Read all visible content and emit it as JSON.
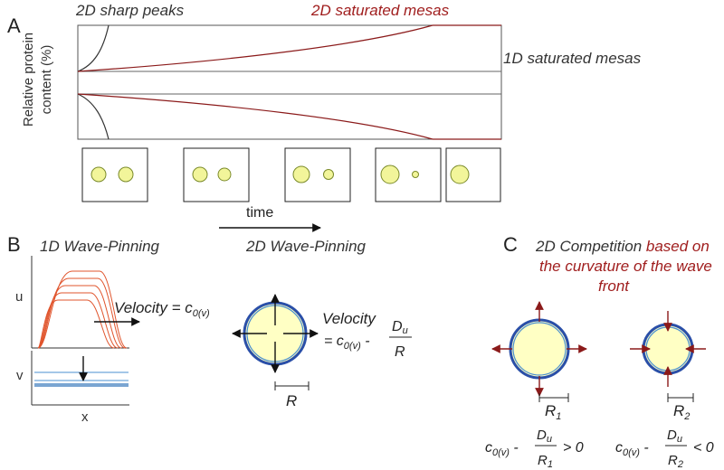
{
  "panels": {
    "a": "A",
    "b": "B",
    "c": "C"
  },
  "panel_a": {
    "label_sharp": "2D sharp peaks",
    "label_saturated_2d": "2D saturated mesas",
    "label_saturated_1d": "1D saturated mesas",
    "ylabel_line1": "Relative protein",
    "ylabel_line2": "content (%)",
    "time_label": "time",
    "snapshots": [
      {
        "left": "large",
        "right": "large"
      },
      {
        "left": "large",
        "right": "large"
      },
      {
        "left": "large",
        "right": "medium"
      },
      {
        "left": "large",
        "right": "small"
      },
      {
        "left": "large",
        "right": "none"
      }
    ]
  },
  "panel_b": {
    "title_1d": "1D Wave-Pinning",
    "title_2d": "2D Wave-Pinning",
    "u_label": "u",
    "v_label": "v",
    "x_label": "x",
    "velocity_1d": {
      "text": "Velocity = ",
      "c": "c",
      "sub": "0(v)"
    },
    "velocity_2d": {
      "text": "Velocity",
      "eq": "= ",
      "c": "c",
      "sub": "0(v)",
      "minus": " - ",
      "num": "D",
      "num_sub": "u",
      "den": "R"
    },
    "radius_label": "R"
  },
  "panel_c": {
    "title_line1_black": "2D Competition ",
    "title_line1_red": "based on",
    "title_line2": "the curvature of the wave",
    "title_line3": "front",
    "r1_label": "R",
    "r1_sub": "1",
    "r2_label": "R",
    "r2_sub": "2",
    "eq1": {
      "c": "c",
      "sub": "0(v)",
      "minus": " - ",
      "num": "D",
      "num_sub": "u",
      "den": "R",
      "den_sub": "1",
      "rel": "> 0"
    },
    "eq2": {
      "c": "c",
      "sub": "0(v)",
      "minus": " - ",
      "num": "D",
      "num_sub": "u",
      "den": "R",
      "den_sub": "2",
      "rel": "< 0"
    }
  },
  "colors": {
    "dark_red": "#8b1a1a",
    "curve_dark": "#333333",
    "membrane_blue": "#2a4fa8",
    "fill_yellow": "#ffffc4",
    "wave_orange": "#e0542c",
    "v_line_blue": "#4a8fd0"
  }
}
